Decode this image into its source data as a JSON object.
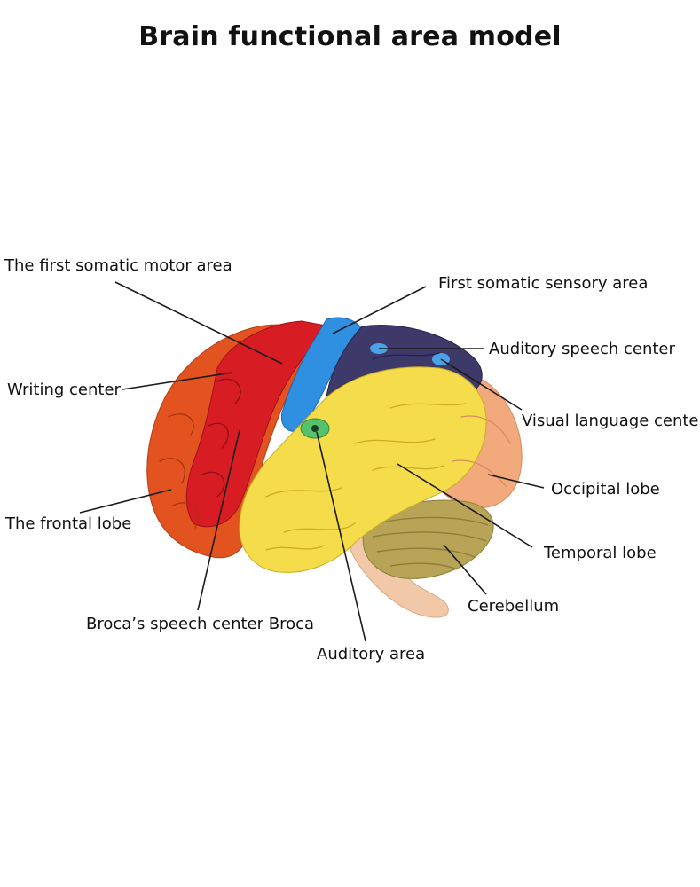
{
  "title": "Brain functional area model",
  "labels": {
    "first_somatic_motor_area": "The first somatic motor area",
    "first_somatic_sensory_area": "First somatic sensory area",
    "auditory_speech_center": "Auditory speech center",
    "writing_center": "Writing center",
    "visual_language_center": "Visual language center",
    "occipital_lobe": "Occipital lobe",
    "frontal_lobe": "The frontal lobe",
    "temporal_lobe": "Temporal lobe",
    "cerebellum": "Cerebellum",
    "broca_speech_center": "Broca’s speech center Broca",
    "auditory_area": "Auditory area"
  },
  "region_colors": {
    "frontal": "#e2531f",
    "motor": "#d81c24",
    "sensory": "#2f8fe0",
    "parietal": "#3d3a6a",
    "temporal": "#f4dc4a",
    "occipital": "#f2a97c",
    "cerebellum": "#b8a456",
    "brainstem": "#f2c9a8",
    "auditory": "#56c06a"
  }
}
